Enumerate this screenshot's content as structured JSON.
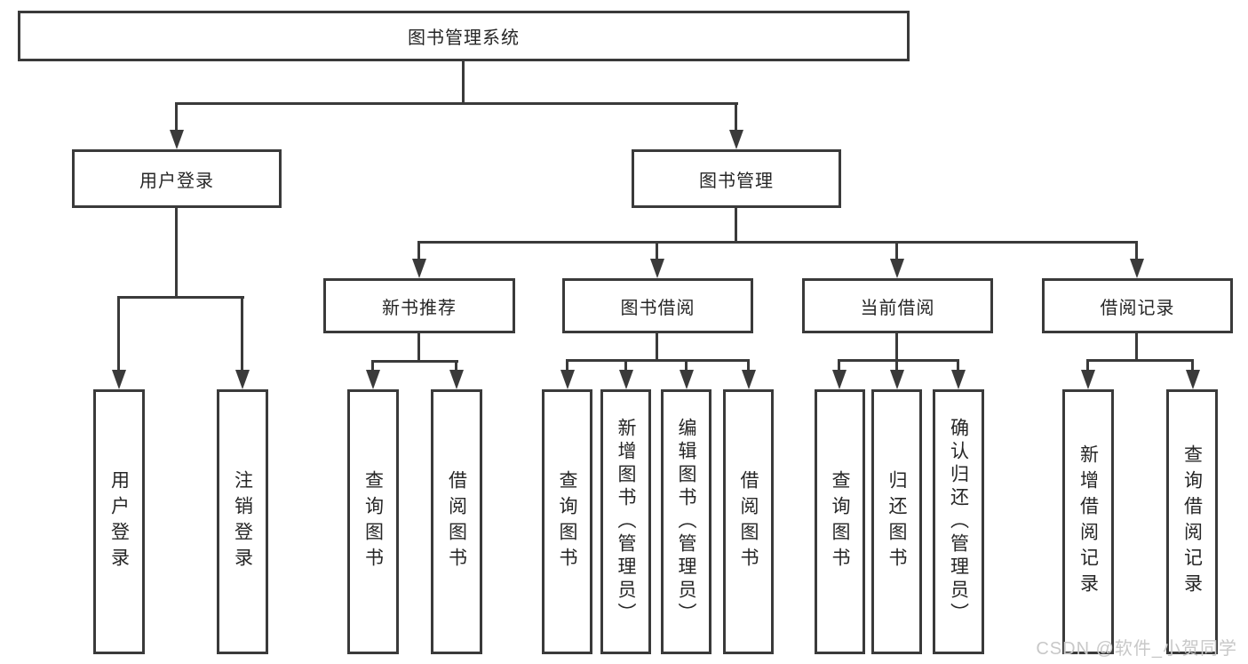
{
  "diagram": {
    "title_node": "图书管理系统",
    "nodes": {
      "root": {
        "label": "图书管理系统"
      },
      "user_login": {
        "label": "用户登录"
      },
      "book_mgmt": {
        "label": "图书管理"
      },
      "new_book_rec": {
        "label": "新书推荐"
      },
      "book_borrow": {
        "label": "图书借阅"
      },
      "current_borrow": {
        "label": "当前借阅"
      },
      "borrow_records": {
        "label": "借阅记录"
      },
      "leaf_user_login": {
        "label": "用户登录"
      },
      "leaf_logout": {
        "label": "注销登录"
      },
      "leaf_rec_query": {
        "label": "查询图书"
      },
      "leaf_rec_borrow": {
        "label": "借阅图书"
      },
      "leaf_bb_query": {
        "label": "查询图书"
      },
      "leaf_bb_add": {
        "label": "新增图书（管理员）"
      },
      "leaf_bb_edit": {
        "label": "编辑图书（管理员）"
      },
      "leaf_bb_borrow": {
        "label": "借阅图书"
      },
      "leaf_cb_query": {
        "label": "查询图书"
      },
      "leaf_cb_return": {
        "label": "归还图书"
      },
      "leaf_cb_confirm": {
        "label": "确认归还（管理员）"
      },
      "leaf_br_add": {
        "label": "新增借阅记录"
      },
      "leaf_br_query": {
        "label": "查询借阅记录"
      }
    }
  },
  "watermark": {
    "text": "CSDN @软件_小贺同学"
  },
  "colors": {
    "line": "#3a3a3a",
    "text": "#262626",
    "watermark": "#c8c8c8",
    "bg": "#ffffff"
  }
}
